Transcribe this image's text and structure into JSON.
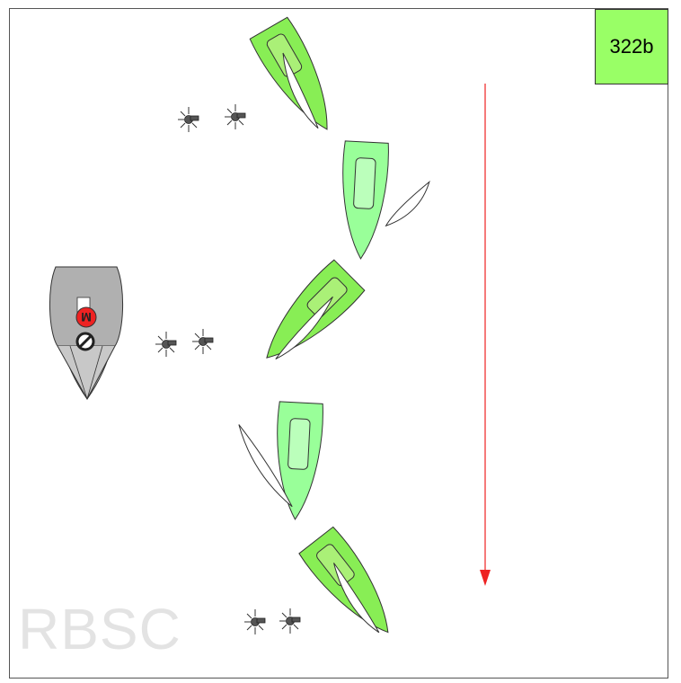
{
  "scenario": {
    "code": "322b"
  },
  "watermark": {
    "text": "RBSC"
  },
  "colors": {
    "badge_fill": "#99ff66",
    "boat_light": "#99ff99",
    "boat_bright": "#88ee55",
    "cabin_light": "#bbffbb",
    "cabin_bright": "#aaf077",
    "committee_boat": "#c0c0c0",
    "flag_m": "#ee2222",
    "wind_arrow": "#ee2222",
    "whistle": "#555555"
  },
  "diagram": {
    "committee_boat": {
      "flag_letter": "M",
      "flags": [
        "m-flag",
        "no-entry-symbol"
      ]
    },
    "boats": [
      {
        "id": "boat-1",
        "color": "bright"
      },
      {
        "id": "boat-2",
        "color": "light"
      },
      {
        "id": "boat-3",
        "color": "bright"
      },
      {
        "id": "boat-4",
        "color": "light"
      },
      {
        "id": "boat-5",
        "color": "bright"
      }
    ],
    "whistle_groups": [
      {
        "id": "whistles-top",
        "count": 2
      },
      {
        "id": "whistles-middle",
        "count": 2
      },
      {
        "id": "whistles-bottom",
        "count": 2
      }
    ],
    "wind_arrow": {
      "direction": "down"
    }
  }
}
